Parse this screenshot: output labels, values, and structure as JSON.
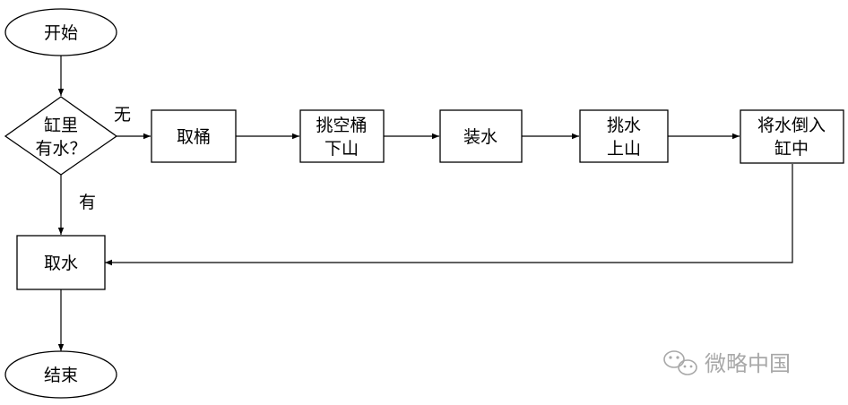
{
  "nodes": {
    "start": {
      "lines": [
        "开始"
      ]
    },
    "decision": {
      "lines": [
        "缸里",
        "有水？"
      ]
    },
    "take_bucket": {
      "lines": [
        "取桶"
      ]
    },
    "carry_down": {
      "lines": [
        "挑空桶",
        "下山"
      ]
    },
    "fill_water": {
      "lines": [
        "装水"
      ]
    },
    "carry_up": {
      "lines": [
        "挑水",
        "上山"
      ]
    },
    "pour": {
      "lines": [
        "将水倒入",
        "缸中"
      ]
    },
    "take_water": {
      "lines": [
        "取水"
      ]
    },
    "end": {
      "lines": [
        "结束"
      ]
    }
  },
  "edge_labels": {
    "no": "无",
    "yes": "有"
  },
  "watermark": {
    "text": "微略中国",
    "icon": "wechat-icon"
  }
}
